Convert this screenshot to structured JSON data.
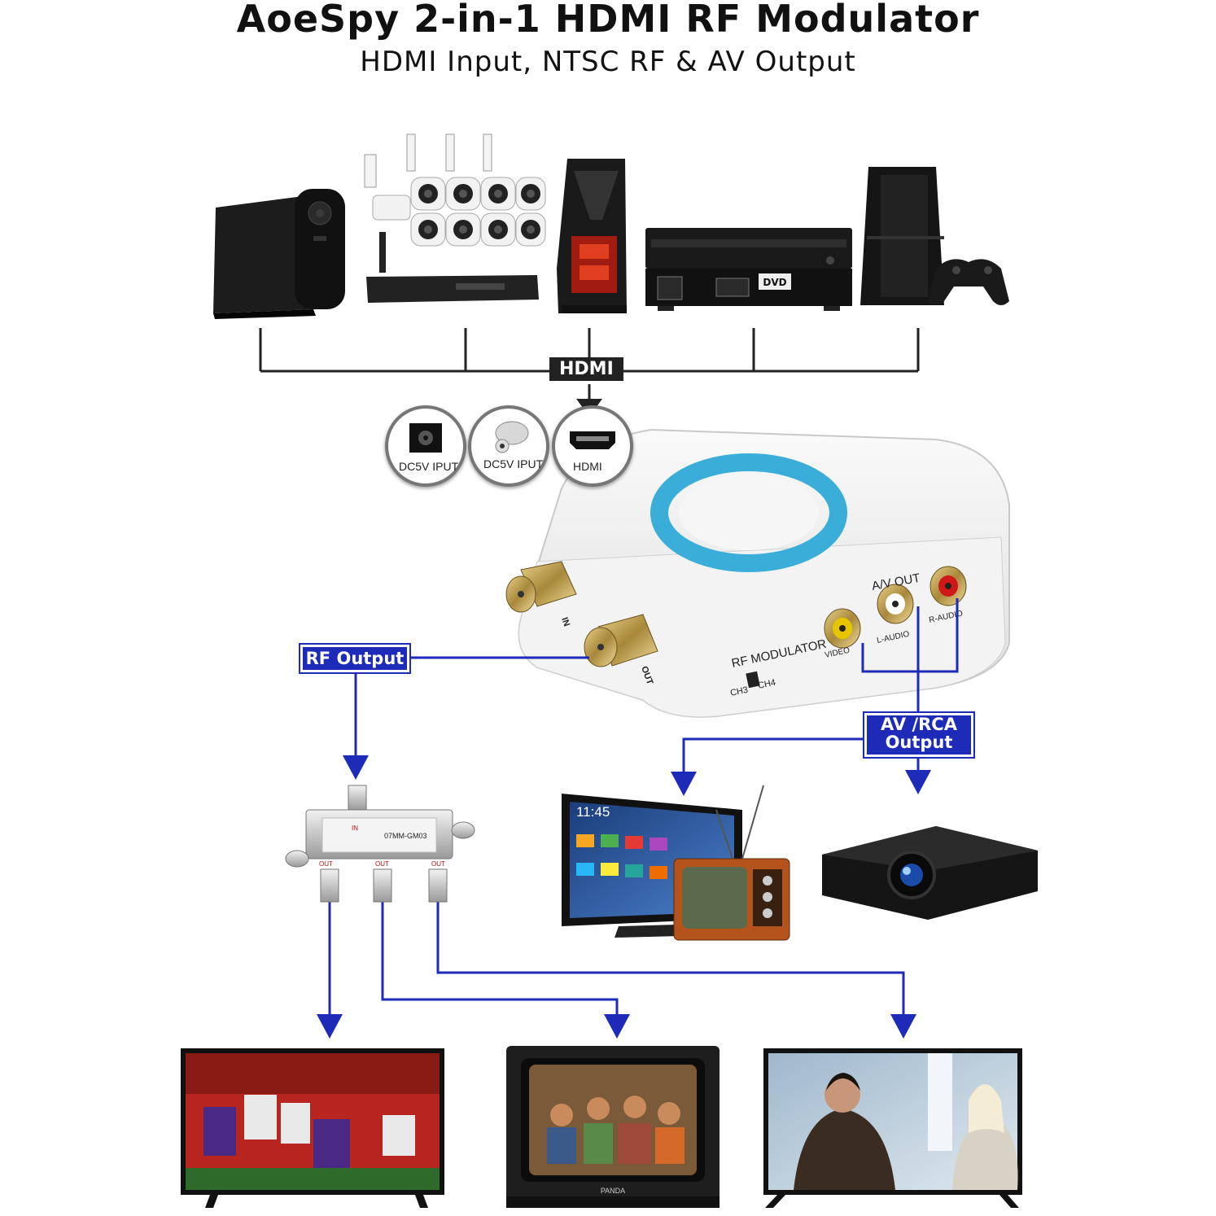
{
  "header": {
    "title": "AoeSpy 2-in-1 HDMI RF Modulator",
    "subtitle": "HDMI Input, NTSC RF & AV  Output"
  },
  "sources": [
    {
      "name": "streaming-box",
      "icon": "tv-box-with-remote"
    },
    {
      "name": "security-camera-system",
      "icon": "nvr-with-cameras"
    },
    {
      "name": "desktop-computer",
      "icon": "pc-tower"
    },
    {
      "name": "dvd-player",
      "icon": "dvd-player"
    },
    {
      "name": "game-console",
      "icon": "console-with-controller"
    }
  ],
  "connector_label": "HDMI",
  "input_ports": [
    {
      "label": "DC5V IPUT",
      "icon": "dc-jack-icon"
    },
    {
      "label": "DC5V IPUT",
      "icon": "dc-plug-icon"
    },
    {
      "label": "HDMI",
      "icon": "hdmi-port-icon"
    }
  ],
  "device": {
    "labels": {
      "rf_modulator": "RF MODULATOR",
      "av_out": "A/V OUT",
      "ch3": "CH3",
      "ch4": "CH4",
      "in": "IN",
      "out": "OUT",
      "video": "VIDEO",
      "l_audio": "L-AUDIO",
      "r_audio": "R-AUDIO"
    },
    "ring_color": "#3aaed8"
  },
  "outputs": {
    "rf_label": "RF Output",
    "av_label_line1": "AV /RCA",
    "av_label_line2": "Output"
  },
  "splitter": {
    "model": "07MM-GM03",
    "ports": [
      "IN",
      "OUT",
      "OUT",
      "OUT"
    ]
  },
  "av_targets": [
    {
      "name": "smart-tv-and-retro-tv",
      "clock": "11:45"
    },
    {
      "name": "projector"
    }
  ],
  "rf_targets": [
    {
      "name": "flat-tv-football"
    },
    {
      "name": "crt-tv",
      "brand": "PANDA"
    },
    {
      "name": "flat-tv-winter-scene"
    }
  ],
  "colors": {
    "arrow_blue": "#1d2bb8",
    "line_black": "#222222"
  }
}
